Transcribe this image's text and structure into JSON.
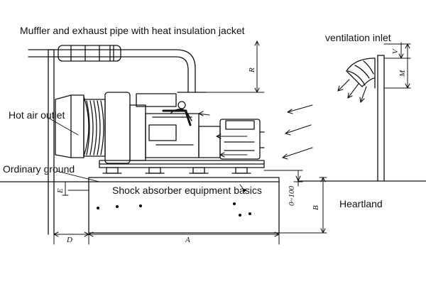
{
  "labels": {
    "muffler": "Muffler and exhaust pipe with heat insulation jacket",
    "ventilation_inlet": "ventilation inlet",
    "hot_air_outlet": "Hot air outlet",
    "ordinary_ground": "Ordinary ground",
    "shock_absorber": "Shock absorber equipment basics",
    "heartland": "Heartland"
  },
  "dimensions": {
    "R": "R",
    "V": "V",
    "M": "M",
    "E": "E",
    "B": "B",
    "range": "0~100",
    "D": "D",
    "A": "A"
  },
  "colors": {
    "line": "#111111"
  }
}
